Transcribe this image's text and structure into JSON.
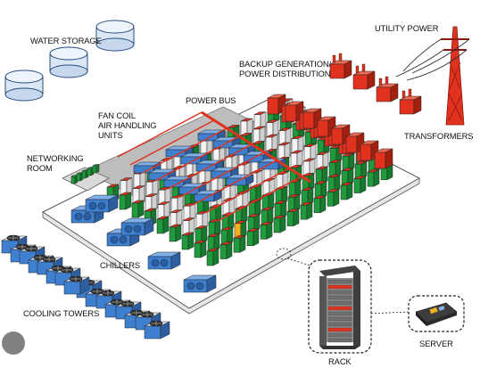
{
  "labels": {
    "water_storage": "WATER STORAGE",
    "utility_power": "UTILITY POWER",
    "backup_line1": "BACKUP GENERATION/",
    "backup_line2": "POWER DISTRIBUTION",
    "power_bus": "POWER BUS",
    "fan_coil_line1": "FAN COIL",
    "fan_coil_line2": "AIR HANDLING",
    "fan_coil_line3": "UNITS",
    "networking_line1": "NETWORKING",
    "networking_line2": "ROOM",
    "transformers": "TRANSFORMERS",
    "chillers": "CHILLERS",
    "cooling_towers": "COOLING TOWERS",
    "rack": "RACK",
    "server": "SERVER"
  },
  "colors": {
    "power_red": "#e0321e",
    "cooling_blue": "#3f7fcf",
    "rack_green": "#1f9a3c",
    "water_tank": "#dbe7f5",
    "floor_grey": "#bdbdbd",
    "highlight_yellow": "#f0b020"
  },
  "icons": {
    "search_lens": "lens-icon"
  }
}
